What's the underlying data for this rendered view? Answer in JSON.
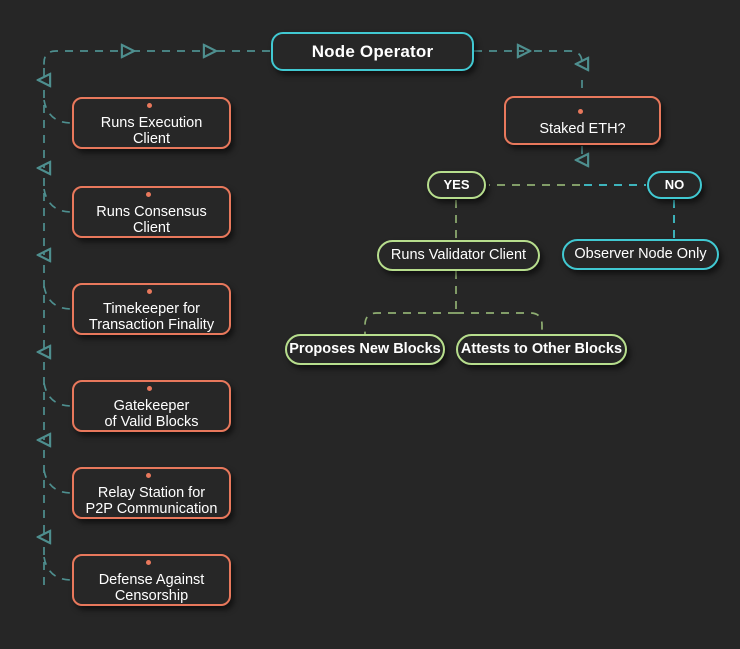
{
  "diagram": {
    "background": "#262626",
    "palette": {
      "cyan": "#41c9d2",
      "orange": "#e8785c",
      "green": "#b7de8d",
      "edge_teal": "#4e8f8f",
      "edge_green": "#8fae72",
      "edge_cyan": "#41c9d2",
      "text": "#ffffff"
    },
    "root": {
      "label": "Node Operator"
    },
    "responsibilities": [
      {
        "label": "Runs Execution\nClient"
      },
      {
        "label": "Runs Consensus\nClient"
      },
      {
        "label": "Timekeeper for\nTransaction Finality"
      },
      {
        "label": "Gatekeeper\nof Valid Blocks"
      },
      {
        "label": "Relay Station for\nP2P Communication"
      },
      {
        "label": "Defense Against\nCensorship"
      }
    ],
    "decision": {
      "label": "Staked ETH?",
      "branches": [
        {
          "label": "YES",
          "color": "green"
        },
        {
          "label": "NO",
          "color": "cyan"
        }
      ]
    },
    "outcomes": [
      {
        "label": "Runs Validator Client",
        "color": "green"
      },
      {
        "label": "Observer Node Only",
        "color": "cyan"
      }
    ],
    "validator_duties": [
      {
        "label": "Proposes New Blocks"
      },
      {
        "label": "Attests to Other Blocks"
      }
    ]
  }
}
